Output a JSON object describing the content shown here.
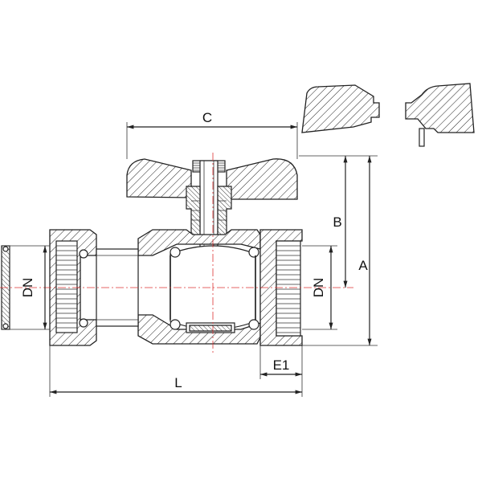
{
  "labels": {
    "dim_c": "C",
    "dim_b": "B",
    "dim_a": "A",
    "dim_dn_left": "DN",
    "dim_dn_right": "DN",
    "dim_l": "L",
    "dim_e1": "E1"
  }
}
